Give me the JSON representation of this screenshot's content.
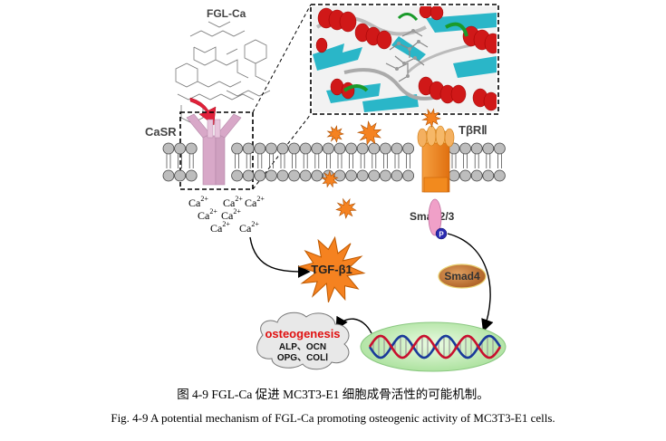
{
  "labels": {
    "fgl_ca": "FGL-Ca",
    "casr": "CaSR",
    "tbr": "TβRⅡ",
    "smad23": "Smad2/3",
    "phospho": "P",
    "smad4": "Smad4",
    "tgf": "TGF-β1",
    "ca_ion": "Ca",
    "ca_charge": "2+",
    "osteogenesis": "osteogenesis",
    "markers_line1": "ALP、OCN",
    "markers_line2": "OPG、COLⅠ"
  },
  "caption": {
    "cn": "图 4-9 FGL-Ca 促进 MC3T3-E1 细胞成骨活性的可能机制。",
    "en": "Fig. 4-9 A potential mechanism of FGL-Ca promoting osteogenic activity of MC3T3-E1 cells."
  },
  "colors": {
    "receptor_casr": "#d8a8c8",
    "receptor_tbr": "#f28a1e",
    "lipid_head": "#bdbdbd",
    "smad23": "#f0a0c8",
    "smad4": "#c8783a",
    "tgf": "#f58220",
    "nucleus": "#c8f0b8",
    "arrow_red": "#e0203a",
    "osteo_title": "#e01010"
  }
}
